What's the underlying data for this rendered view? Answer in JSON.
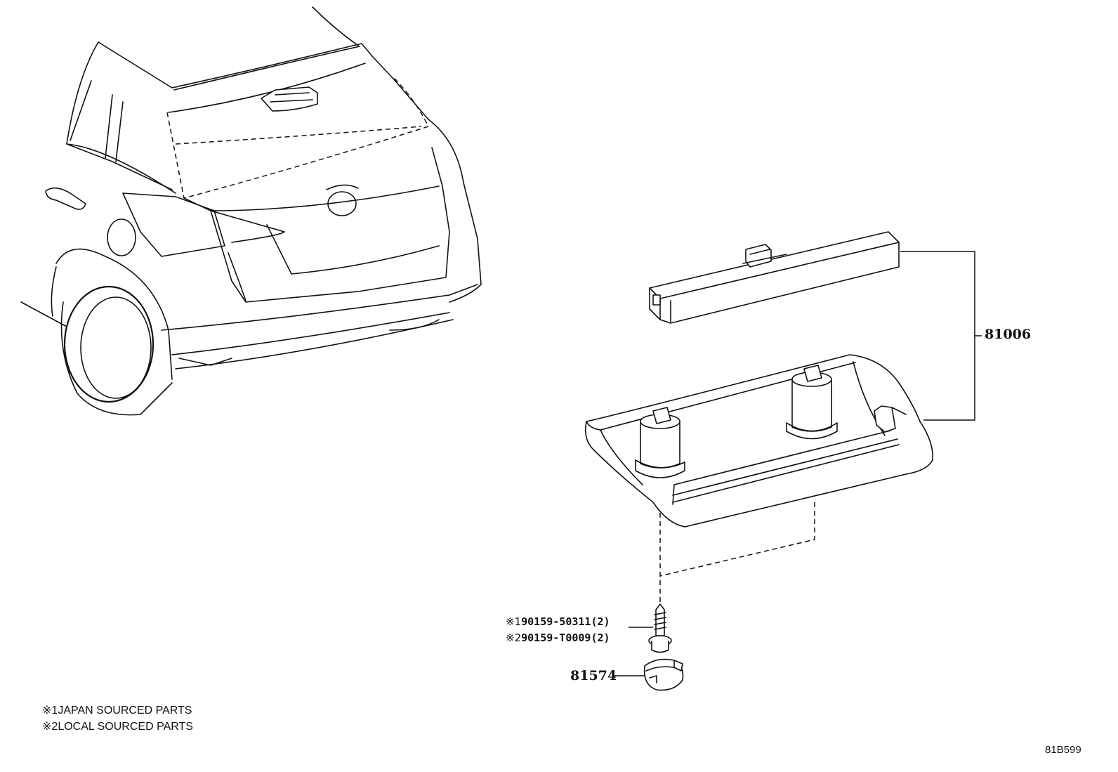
{
  "callouts": {
    "stop_lamp_assy": "81006",
    "cover": "81574"
  },
  "screws": [
    {
      "mark": "※1",
      "part": "90159-50311(2)"
    },
    {
      "mark": "※2",
      "part": "90159-T0009(2)"
    }
  ],
  "legend": [
    {
      "mark": "※1",
      "text": "JAPAN SOURCED PARTS"
    },
    {
      "mark": "※2",
      "text": "LOCAL SOURCED PARTS"
    }
  ],
  "figure_code": "81B599"
}
